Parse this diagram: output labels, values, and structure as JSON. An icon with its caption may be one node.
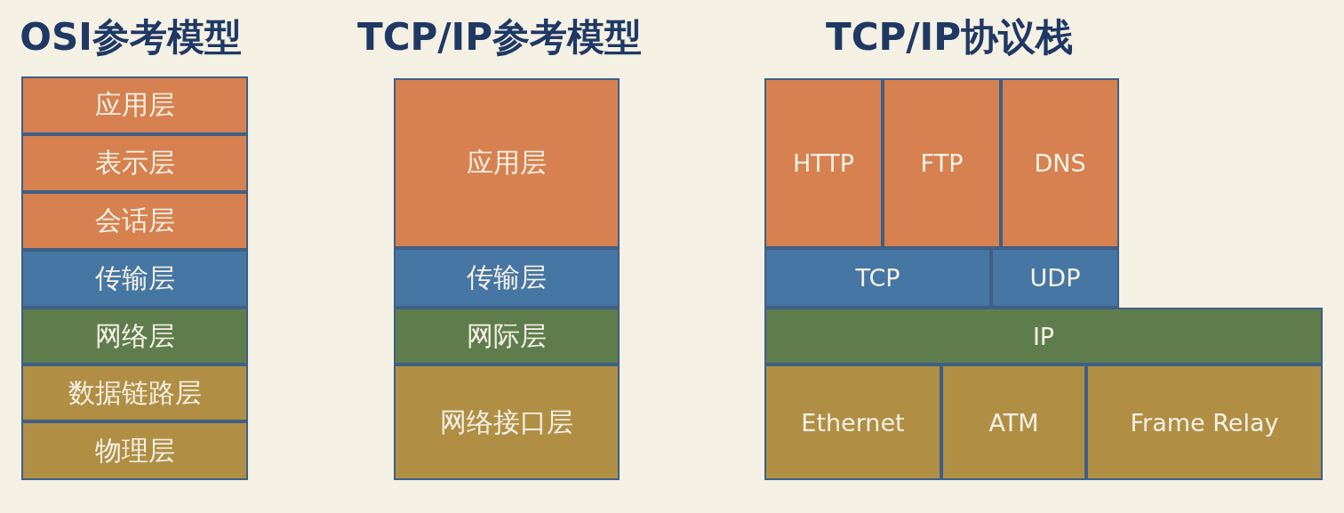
{
  "diagram": {
    "nodes": [
      {
        "text": [
          "应用层"
        ]
      },
      {
        "text": [
          "表示层"
        ]
      },
      {
        "text": [
          "会话层"
        ]
      },
      {
        "text": [
          "传输层"
        ]
      },
      {
        "text": [
          "网络层"
        ]
      },
      {
        "text": [
          "数据链路层"
        ]
      },
      {
        "text": [
          "物理层"
        ]
      },
      {
        "text": [
          "应用层"
        ]
      },
      {
        "text": [
          "传输层"
        ]
      },
      {
        "text": [
          "网际层"
        ]
      },
      {
        "text": [
          "网络接口层"
        ]
      },
      {
        "text": [
          "HTTP"
        ]
      },
      {
        "text": [
          "FTP"
        ]
      },
      {
        "text": [
          "DNS"
        ]
      },
      {
        "text": [
          "TCP"
        ]
      },
      {
        "text": [
          "UDP"
        ]
      },
      {
        "text": [
          "IP"
        ]
      },
      {
        "text": [
          "Ethernet"
        ]
      },
      {
        "text": [
          "ATM"
        ]
      },
      {
        "text": [
          "Frame Relay"
        ]
      }
    ],
    "edges": [],
    "labels": [
      "OSI参考模型",
      "TCP/IP参考模型",
      "TCP/IP协议栈"
    ]
  }
}
